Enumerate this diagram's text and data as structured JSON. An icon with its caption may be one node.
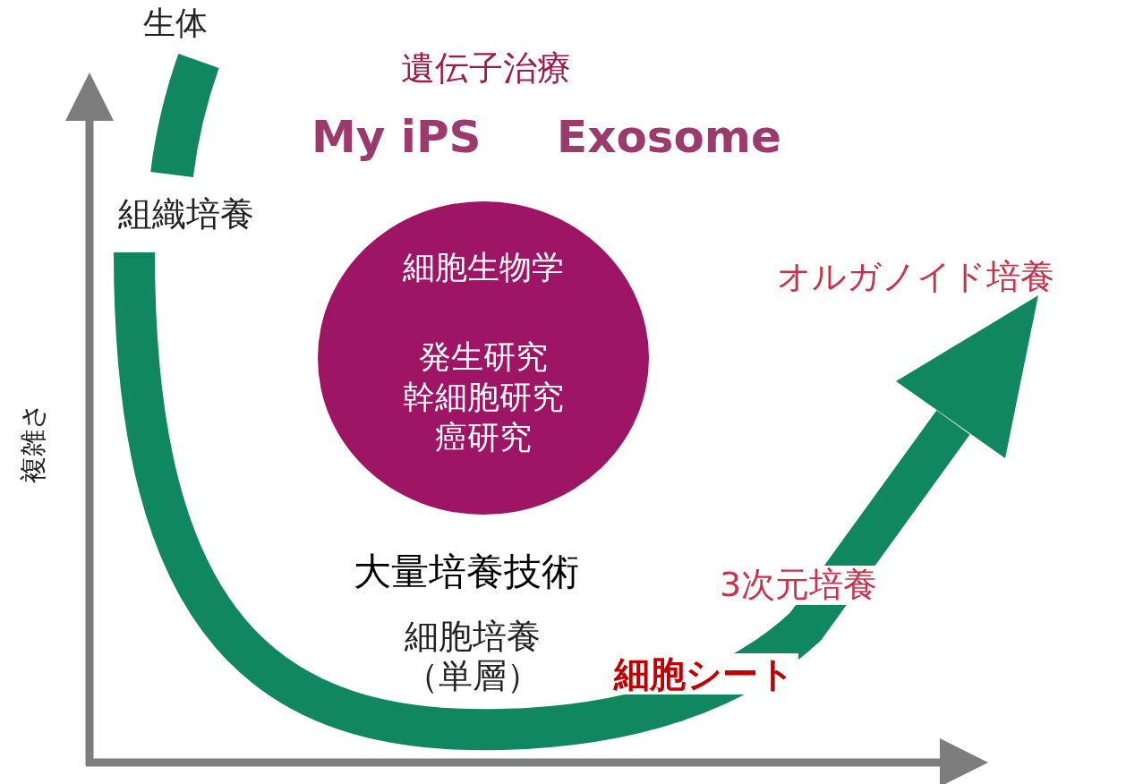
{
  "diagram": {
    "nodes": [
      {
        "text": [
          "細胞生物学",
          "発生研究",
          "幹細胞研究",
          "癌研究"
        ]
      }
    ],
    "labels": [
      "生体",
      "遺伝子治療",
      "My iPS",
      "Exosome",
      "組織培養",
      "オルガノイド培養",
      "複雑さ",
      "大量培養技術",
      "3次元培養",
      "細胞培養（単層）",
      "細胞シート"
    ]
  }
}
